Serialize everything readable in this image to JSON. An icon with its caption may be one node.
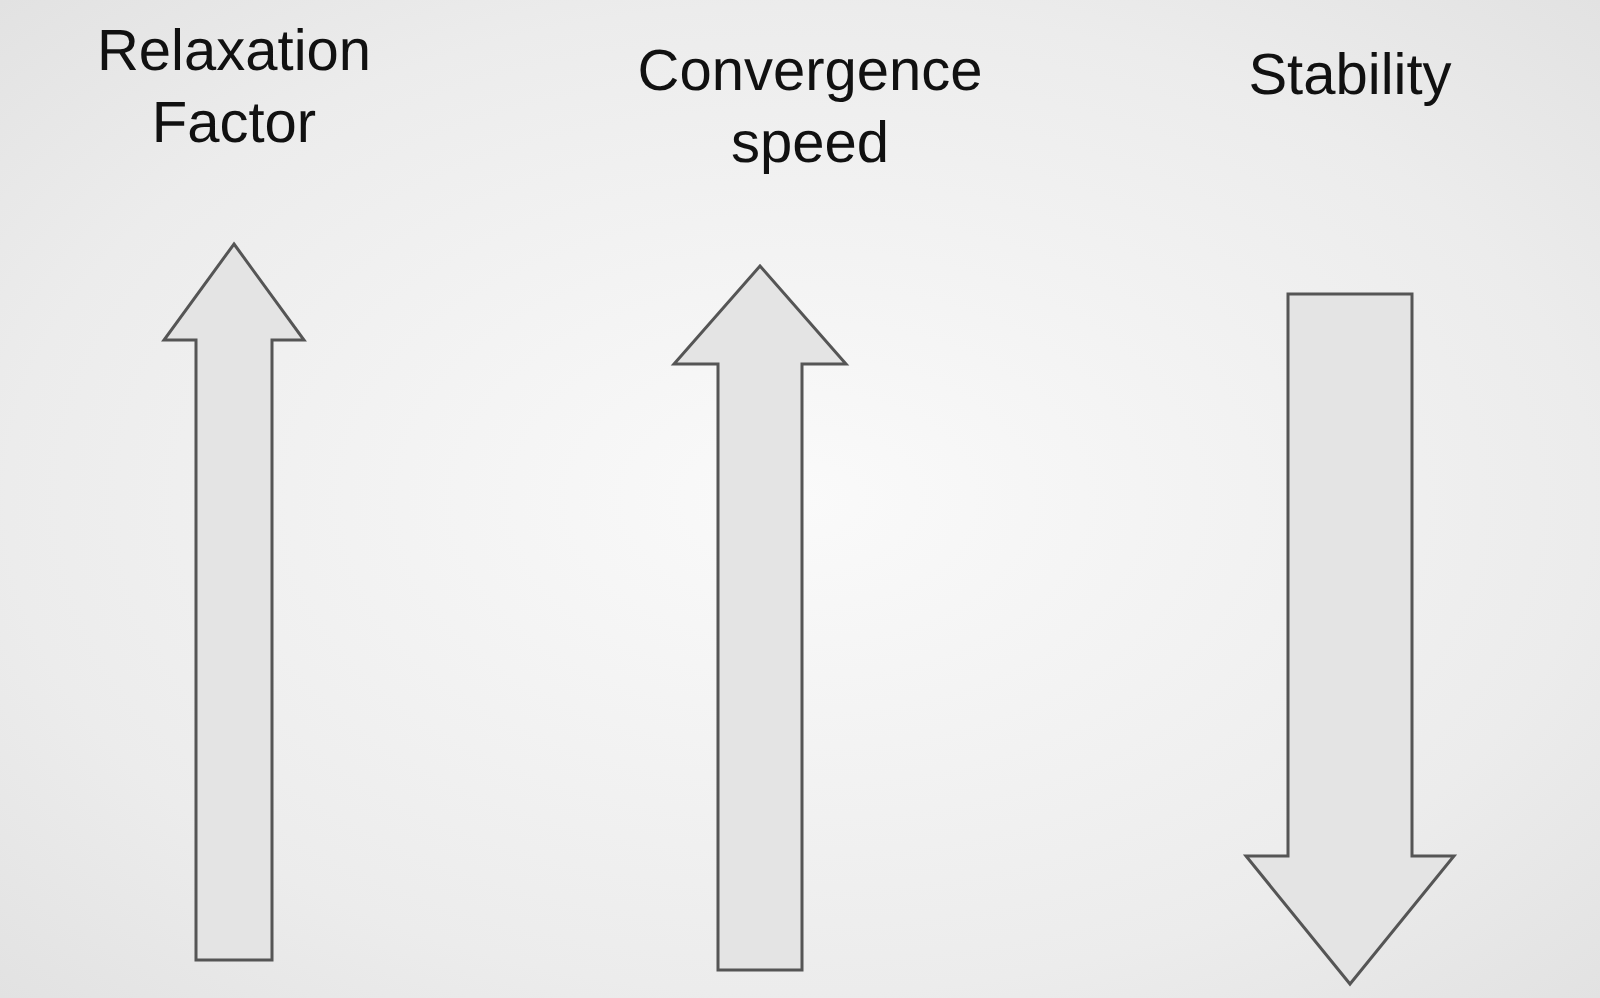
{
  "diagram": {
    "labels": [
      "Relaxation Factor",
      "Convergence speed",
      "Stability"
    ]
  }
}
